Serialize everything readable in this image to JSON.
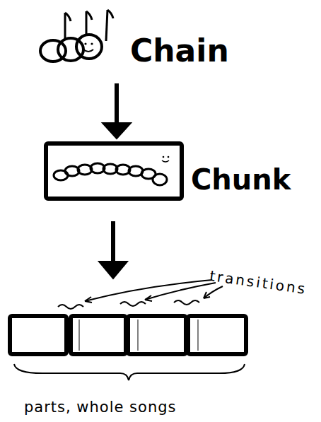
{
  "diagram": {
    "nodes": [
      {
        "text": [
          "Chunk"
        ]
      }
    ],
    "labels": [
      "Chain",
      "transitions",
      "parts, whole songs"
    ]
  }
}
